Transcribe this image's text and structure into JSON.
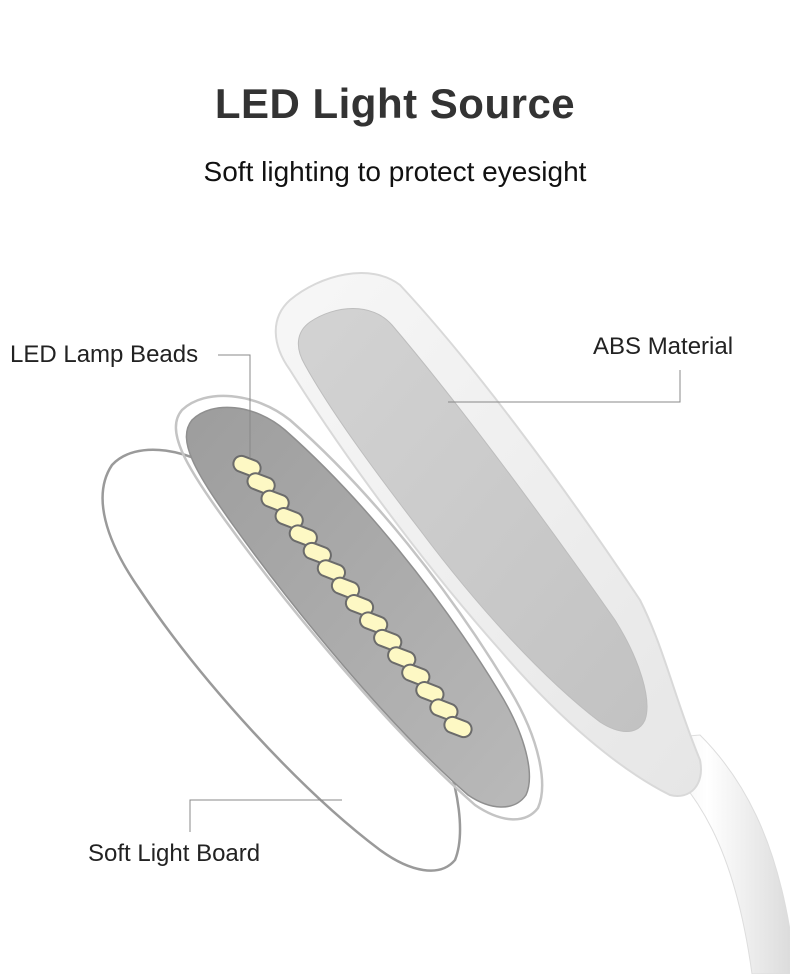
{
  "header": {
    "title": "LED Light Source",
    "subtitle": "Soft lighting to protect eyesight"
  },
  "callouts": {
    "lamp_beads": "LED Lamp Beads",
    "abs_material": "ABS Material",
    "soft_light_board": "Soft Light Board"
  },
  "colors": {
    "title": "#333333",
    "bead_fill": "#fdf8c4",
    "bead_stroke": "#6b6b6b",
    "led_panel": "#a9a9a9",
    "housing": "#f2f2f2",
    "housing_inner": "#c9c9c9",
    "leader_line": "#888888"
  }
}
